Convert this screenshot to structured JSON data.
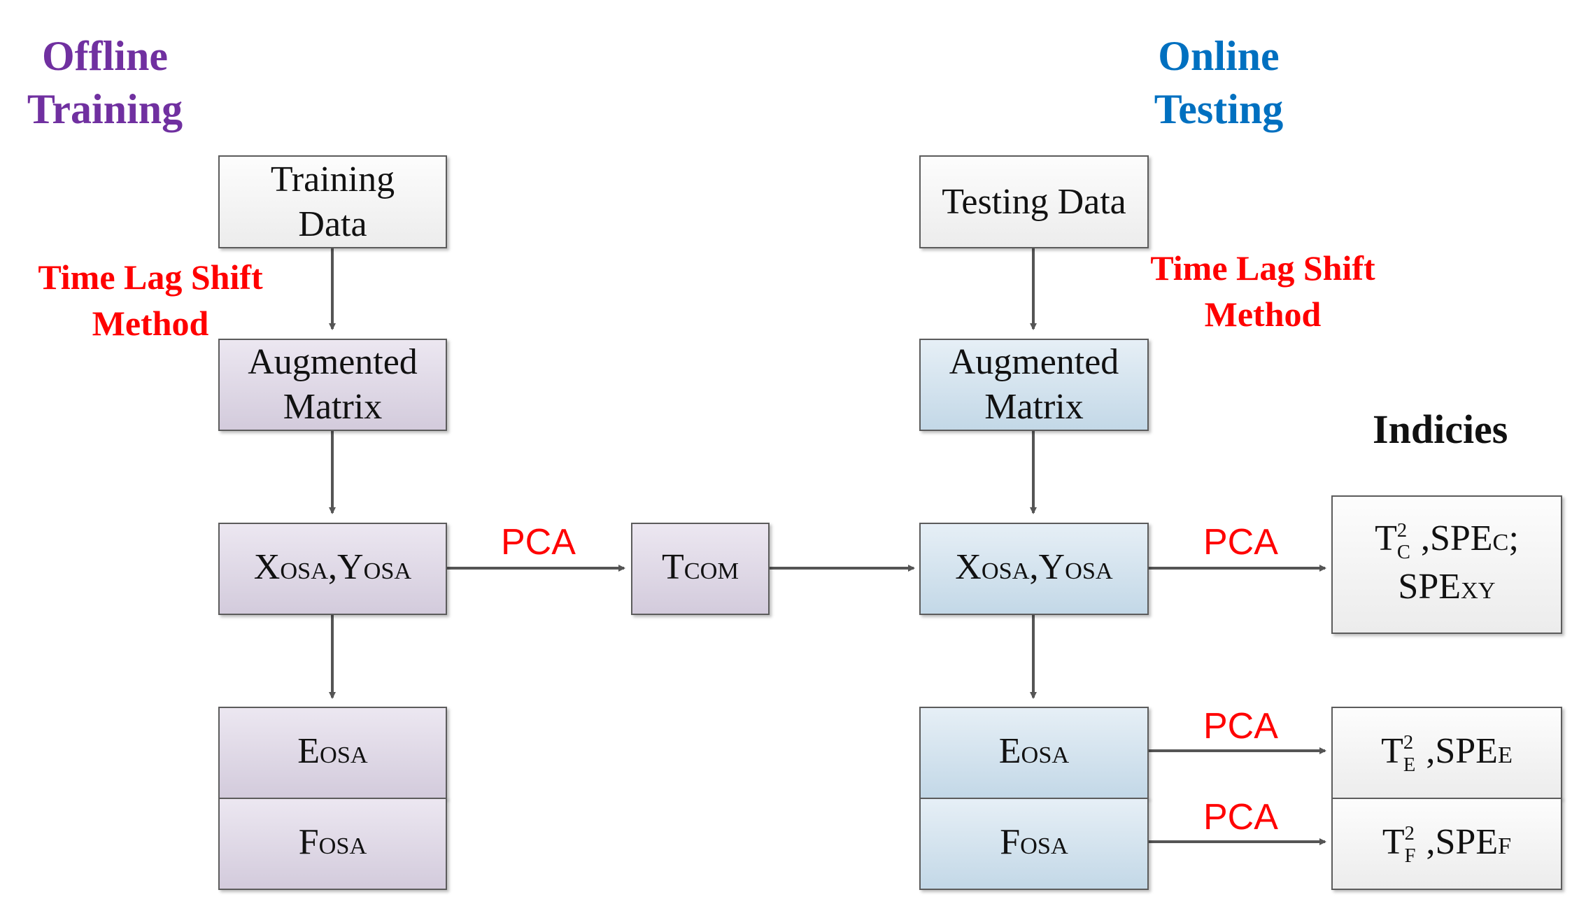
{
  "offline": {
    "title_line1": "Offline",
    "title_line2": "Training",
    "color": "#7030a0"
  },
  "online": {
    "title_line1": "Online",
    "title_line2": "Testing",
    "color": "#0070c0"
  },
  "method": {
    "line1": "Time Lag Shift",
    "line2": "Method",
    "color": "#ff0000"
  },
  "training_data": {
    "line1": "Training",
    "line2": "Data"
  },
  "testing_data": {
    "label": "Testing Data"
  },
  "augmented_matrix": {
    "line1": "Augmented",
    "line2": "Matrix"
  },
  "osa": {
    "x": "X",
    "y": "Y",
    "sub": "OSA",
    "comma": ",",
    "e": "E",
    "f": "F"
  },
  "tcom": {
    "main": "T",
    "sub": "COM"
  },
  "pca_label": "PCA",
  "indicies_label": "Indicies",
  "indices": {
    "c": {
      "t": "T",
      "sup": "2",
      "sub": "C",
      "spe": " ,SPE",
      "spe_sub": "C",
      "tail": ";",
      "line2_main": "SPE",
      "line2_sub": "XY"
    },
    "e": {
      "t": "T",
      "sup": "2",
      "sub": "E",
      "spe": " ,SPE",
      "spe_sub": "E"
    },
    "f": {
      "t": "T",
      "sup": "2",
      "sub": "F",
      "spe": " ,SPE",
      "spe_sub": "F"
    }
  },
  "colors": {
    "arrow": "#555555",
    "pca": "#ff0000",
    "offline_fill": "#ddd6e4",
    "online_fill": "#d4e4ef"
  }
}
